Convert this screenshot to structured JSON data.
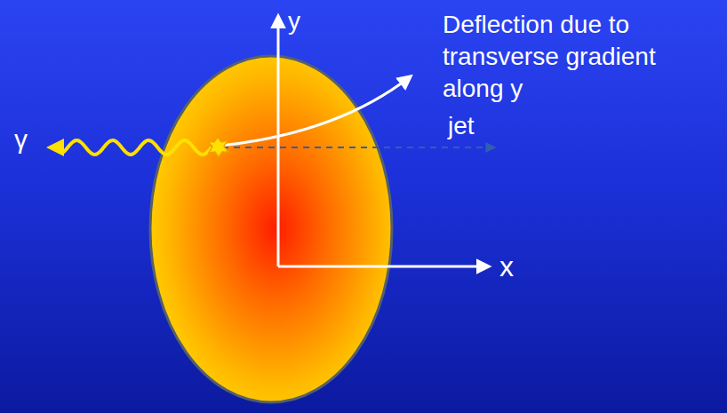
{
  "diagram": {
    "labels": [
      "Deflection due to transverse gradient along y",
      "jet",
      "y",
      "x",
      "γ"
    ]
  }
}
